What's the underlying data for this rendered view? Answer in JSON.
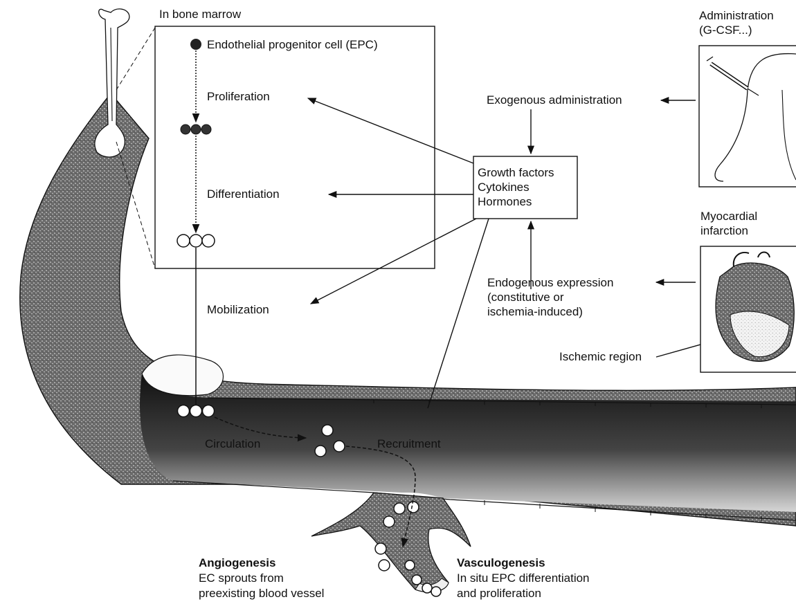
{
  "bone_marrow": {
    "title": "In bone marrow",
    "epc_label": "Endothelial progenitor cell (EPC)",
    "proliferation": "Proliferation",
    "differentiation": "Differentiation"
  },
  "factors_box": {
    "line1": "Growth factors",
    "line2": "Cytokines",
    "line3": "Hormones"
  },
  "exogenous": "Exogenous administration",
  "administration": {
    "line1": "Administration",
    "line2": "(G-CSF...)"
  },
  "myocardial": {
    "line1": "Myocardial",
    "line2": "infarction"
  },
  "endogenous": {
    "line1": "Endogenous expression",
    "line2": "(constitutive or",
    "line3": "ischemia-induced)"
  },
  "ischemic_region": "Ischemic region",
  "mobilization": "Mobilization",
  "circulation": "Circulation",
  "recruitment": "Recruitment",
  "angiogenesis": {
    "title": "Angiogenesis",
    "line1": "EC sprouts from",
    "line2": "preexisting blood vessel"
  },
  "vasculogenesis": {
    "title": "Vasculogenesis",
    "line1": "In situ EPC differentiation",
    "line2": "and proliferation"
  }
}
